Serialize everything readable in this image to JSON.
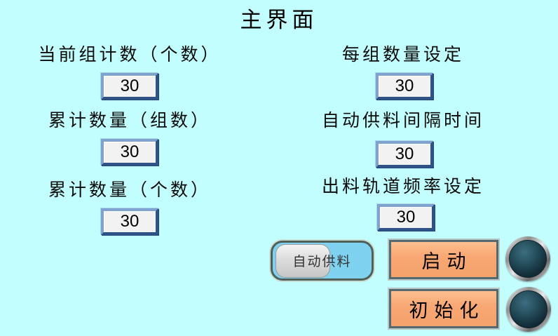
{
  "title": "主界面",
  "colors": {
    "background": "#C3FEFE",
    "value_box_fill": "#F2F2F2",
    "value_box_border_light": "#7FA3CC",
    "value_box_border_dark": "#2F5386",
    "button_fill": "#F8A874",
    "button_frame": "#546A6E",
    "toggle_track": "#7ED2F0",
    "toggle_knob": "#D9D9D9",
    "lamp_core": "#16323E",
    "lamp_ring": "#C9C9C9"
  },
  "left_column": {
    "fields": [
      {
        "label": "当前组计数（个数）",
        "value": "30"
      },
      {
        "label": "累计数量（组数）",
        "value": "30"
      },
      {
        "label": "累计数量（个数）",
        "value": "30"
      }
    ]
  },
  "right_column": {
    "fields": [
      {
        "label": "每组数量设定",
        "value": "30"
      },
      {
        "label": "自动供料间隔时间",
        "value": "30"
      },
      {
        "label": "出料轨道频率设定",
        "value": "30"
      }
    ]
  },
  "controls": {
    "toggle_label": "自动供料",
    "start_button_label": "启动",
    "init_button_label": "初始化"
  }
}
